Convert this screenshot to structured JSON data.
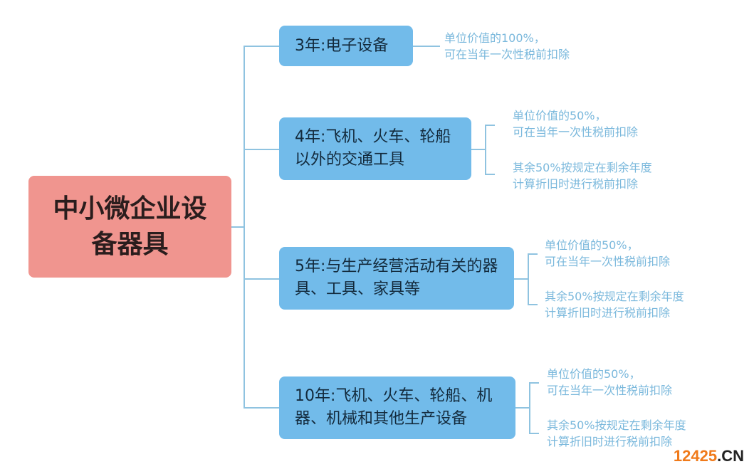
{
  "root": {
    "label": "中小微企业设备器具"
  },
  "branches": [
    {
      "label": "3年:电子设备",
      "leaves": [
        "单位价值的100%，\n可在当年一次性税前扣除"
      ]
    },
    {
      "label": "4年:飞机、火车、轮船以外的交通工具",
      "leaves": [
        "单位价值的50%，\n可在当年一次性税前扣除",
        "其余50%按规定在剩余年度\n计算折旧时进行税前扣除"
      ]
    },
    {
      "label": "5年:与生产经营活动有关的器具、工具、家具等",
      "leaves": [
        "单位价值的50%，\n可在当年一次性税前扣除",
        "其余50%按规定在剩余年度\n计算折旧时进行税前扣除"
      ]
    },
    {
      "label": "10年:飞机、火车、轮船、机器、机械和其他生产设备",
      "leaves": [
        "单位价值的50%，\n可在当年一次性税前扣除",
        "其余50%按规定在剩余年度\n计算折旧时进行税前扣除"
      ]
    }
  ],
  "watermark": {
    "number": "12425",
    "suffix": ".CN"
  },
  "colors": {
    "root": "#f0958f",
    "branch": "#72bbea",
    "line": "#8fc3e0",
    "leaf_text": "#7ab8dc",
    "watermark": "#f07a1a"
  }
}
